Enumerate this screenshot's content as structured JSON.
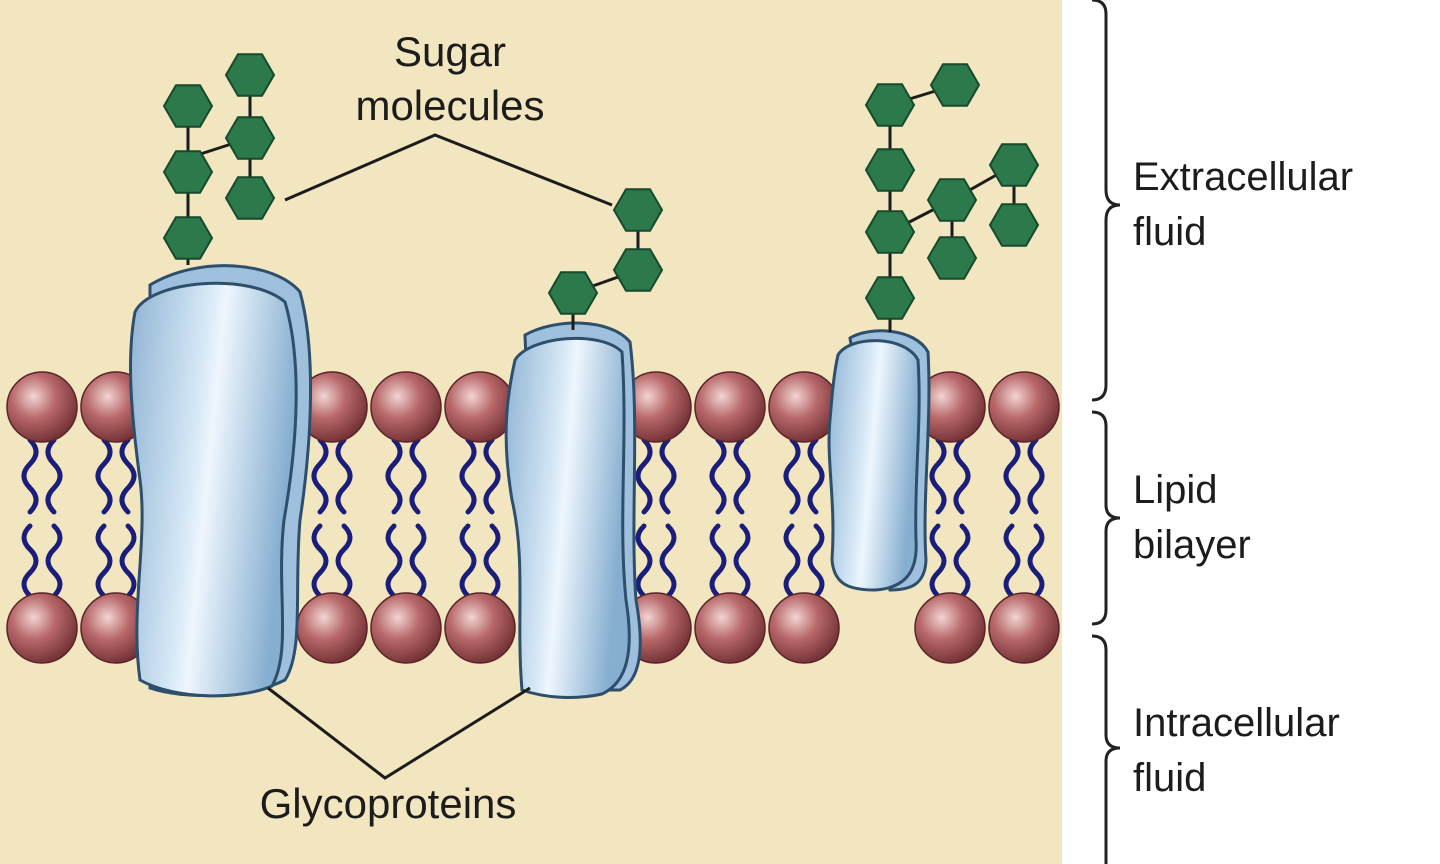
{
  "labels": {
    "sugar_line1": "Sugar",
    "sugar_line2": "molecules",
    "glycoproteins": "Glycoproteins"
  },
  "regions": [
    {
      "line1": "Extracellular",
      "line2": "fluid"
    },
    {
      "line1": "Lipid",
      "line2": "bilayer"
    },
    {
      "line1": "Intracellular",
      "line2": "fluid"
    }
  ],
  "colors": {
    "fluid_background": "#f1e6bf",
    "phospholipid_head": "#a8585a",
    "lipid_tail": "#1b1d7a",
    "protein_fill": "#a9cbe6",
    "protein_outline": "#2e4f6b",
    "sugar_fill": "#2c7a4b",
    "sugar_outline": "#174a2c",
    "bracket": "#222222"
  }
}
